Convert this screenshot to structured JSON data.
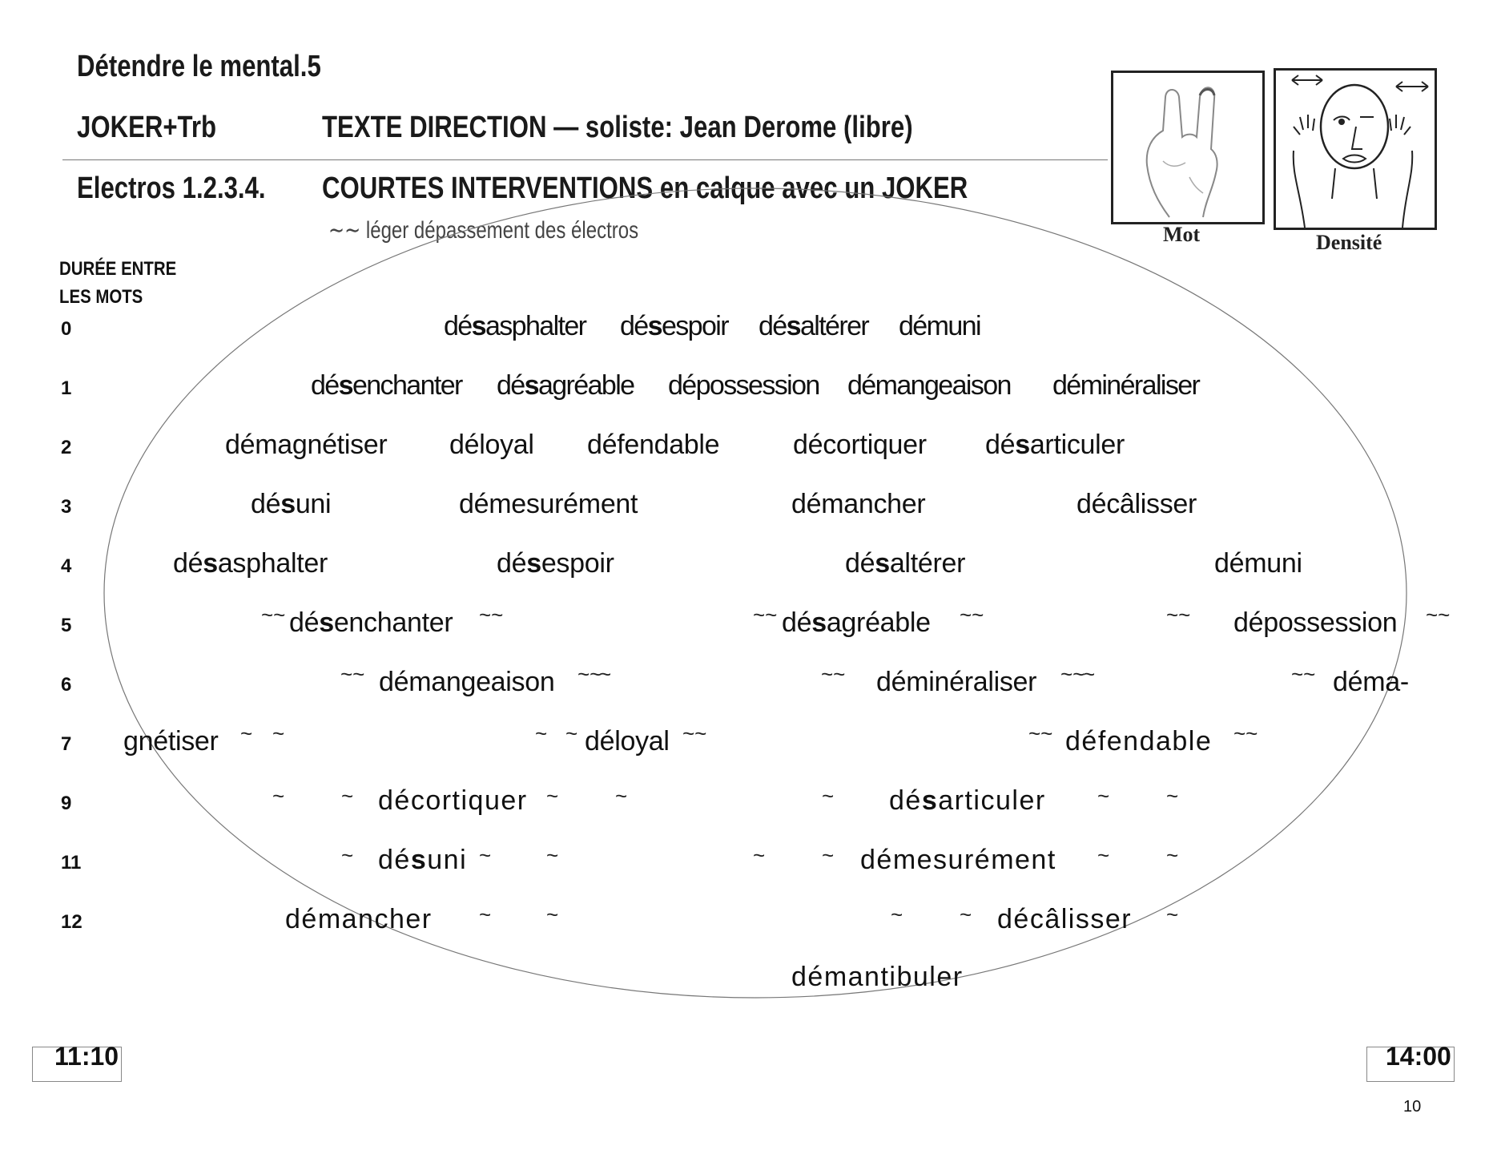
{
  "header": {
    "title": "Détendre le mental.5",
    "joker": "JOKER+Trb",
    "texte": "TEXTE DIRECTION — soliste: Jean Derome (libre)",
    "electros": "Electros 1.2.3.4.",
    "courtes": "COURTES INTERVENTIONS en calque avec un JOKER",
    "note": "∼∼ léger dépassement des électros"
  },
  "pictograms": {
    "left_label": "Mot",
    "right_label": "Densité"
  },
  "duree_label": [
    "DURÉE ENTRE",
    "LES MOTS"
  ],
  "rows": [
    "0",
    "1",
    "2",
    "3",
    "4",
    "5",
    "6",
    "7",
    "9",
    "11",
    "12"
  ],
  "words": {
    "r0": [
      [
        "dé",
        "s",
        "asphalter"
      ],
      [
        "dé",
        "s",
        "espoir"
      ],
      [
        "dé",
        "s",
        "altérer"
      ],
      [
        "démuni"
      ]
    ],
    "r1": [
      [
        "dé",
        "s",
        "enchanter"
      ],
      [
        "dé",
        "s",
        "agréable"
      ],
      [
        "dépossession"
      ],
      [
        "démangeaison"
      ],
      [
        "déminéraliser"
      ]
    ],
    "r2": [
      [
        "démagnétiser"
      ],
      [
        "déloyal"
      ],
      [
        "défendable"
      ],
      [
        "décortiquer"
      ],
      [
        "dé",
        "s",
        "articuler"
      ]
    ],
    "r3": [
      [
        "dé",
        "s",
        "uni"
      ],
      [
        "démesurément"
      ],
      [
        "démancher"
      ],
      [
        "décâlisser"
      ]
    ],
    "r4": [
      [
        "dé",
        "s",
        "asphalter"
      ],
      [
        "dé",
        "s",
        "espoir"
      ],
      [
        "dé",
        "s",
        "altérer"
      ],
      [
        "démuni"
      ]
    ],
    "r5": [
      [
        "dé",
        "s",
        "enchanter"
      ],
      [
        "dé",
        "s",
        "agréable"
      ],
      [
        "dépossession"
      ]
    ],
    "r6": [
      [
        "démangeaison"
      ],
      [
        "déminéraliser"
      ],
      [
        "déma-"
      ]
    ],
    "r7": [
      [
        "gnétiser"
      ],
      [
        "déloyal"
      ],
      [
        "défendable"
      ]
    ],
    "r9": [
      [
        "décortiquer"
      ],
      [
        "dé",
        "s",
        "articuler"
      ]
    ],
    "r11": [
      [
        "dé",
        "s",
        "uni"
      ],
      [
        "démesurément"
      ]
    ],
    "r12": [
      [
        "démancher"
      ],
      [
        "décâlisser"
      ]
    ],
    "last": "démantibuler"
  },
  "tilde": "~",
  "double_tilde": "~~",
  "times": {
    "start": "11:10",
    "end": "14:00"
  },
  "page_number": "10"
}
